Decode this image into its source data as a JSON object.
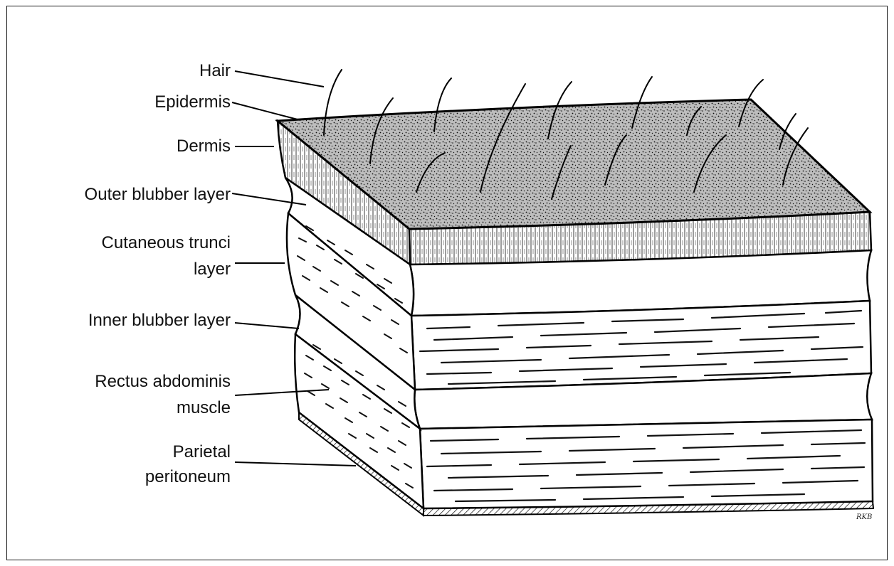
{
  "labels": {
    "hair": "Hair",
    "epidermis": "Epidermis",
    "dermis": "Dermis",
    "outer_blubber": "Outer blubber layer",
    "cutaneous_trunci_1": "Cutaneous trunci",
    "cutaneous_trunci_2": "layer",
    "inner_blubber": "Inner blubber layer",
    "rectus_1": "Rectus abdominis",
    "rectus_2": "muscle",
    "parietal_1": "Parietal",
    "parietal_2": "peritoneum"
  },
  "signature": "RKB"
}
